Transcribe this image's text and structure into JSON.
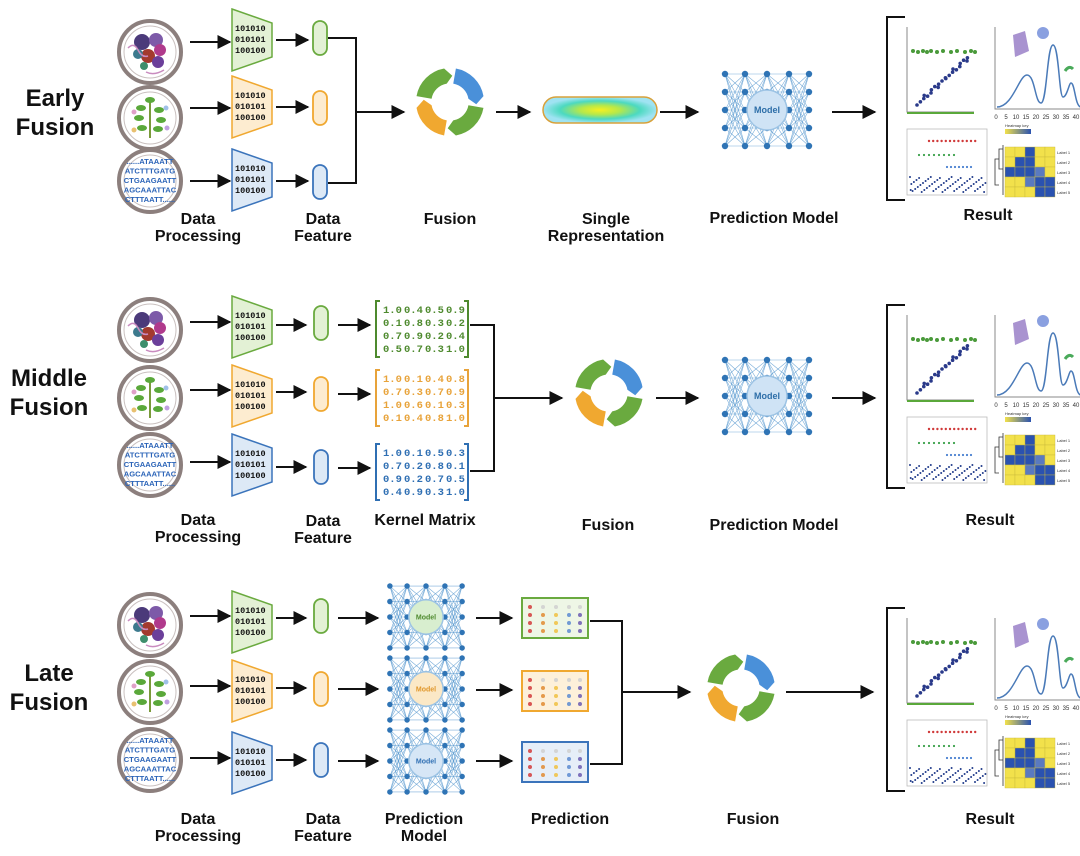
{
  "rows": [
    {
      "title_lines": [
        "Early",
        "Fusion"
      ],
      "captions": {
        "data_processing": [
          "Data",
          "Processing"
        ],
        "data_feature": [
          "Data",
          "Feature"
        ],
        "fusion": [
          "Fusion"
        ],
        "single_representation": [
          "Single",
          "Representation"
        ],
        "prediction_model": [
          "Prediction Model"
        ],
        "result": [
          "Result"
        ]
      }
    },
    {
      "title_lines": [
        "Middle",
        "Fusion"
      ],
      "captions": {
        "data_processing": [
          "Data",
          "Processing"
        ],
        "data_feature": [
          "Data",
          "Feature"
        ],
        "kernel_matrix": [
          "Kernel Matrix"
        ],
        "fusion": [
          "Fusion"
        ],
        "prediction_model": [
          "Prediction Model"
        ],
        "result": [
          "Result"
        ]
      }
    },
    {
      "title_lines": [
        "Late",
        "Fusion"
      ],
      "captions": {
        "data_processing": [
          "Data",
          "Processing"
        ],
        "data_feature": [
          "Data",
          "Feature"
        ],
        "prediction_model": [
          "Prediction",
          "Model"
        ],
        "prediction": [
          "Prediction"
        ],
        "fusion": [
          "Fusion"
        ],
        "result": [
          "Result"
        ]
      }
    }
  ],
  "binary_code": [
    "101010",
    "010101",
    "100100"
  ],
  "dna_sequence": [
    "......ATAAATT",
    "ATCTTTGATG",
    "CTGAAGAATT",
    "AGCAAATTAC",
    "CTTTAATT......"
  ],
  "model_label": "Model",
  "kernel_matrices": [
    {
      "color": "#4e8a2e",
      "rows": [
        [
          "1.0",
          "0.4",
          "0.5",
          "0.9"
        ],
        [
          "0.1",
          "0.8",
          "0.3",
          "0.2"
        ],
        [
          "0.7",
          "0.9",
          "0.2",
          "0.4"
        ],
        [
          "0.5",
          "0.7",
          "0.3",
          "1.0"
        ]
      ]
    },
    {
      "color": "#e8a33a",
      "rows": [
        [
          "1.0",
          "0.1",
          "0.4",
          "0.8"
        ],
        [
          "0.7",
          "0.3",
          "0.7",
          "0.9"
        ],
        [
          "1.0",
          "0.6",
          "0.1",
          "0.3"
        ],
        [
          "0.1",
          "0.4",
          "0.8",
          "1.0"
        ]
      ]
    },
    {
      "color": "#2f6fb3",
      "rows": [
        [
          "1.0",
          "0.1",
          "0.5",
          "0.3"
        ],
        [
          "0.7",
          "0.2",
          "0.8",
          "0.1"
        ],
        [
          "0.9",
          "0.2",
          "0.7",
          "0.5"
        ],
        [
          "0.4",
          "0.9",
          "0.3",
          "1.0"
        ]
      ]
    }
  ],
  "result_axis_ticks": [
    "0",
    "5",
    "10",
    "15",
    "20",
    "25",
    "30",
    "35",
    "40"
  ],
  "heatmap_legend": "Heatmap key",
  "heatmap_labels": [
    "Label 1",
    "Label 2",
    "Label 3",
    "Label 4",
    "Label 5"
  ],
  "colors": {
    "green": "#6aaa3f",
    "orange": "#f0a830",
    "blue": "#3b74bb",
    "arrow": "#111111",
    "network": "#2f74b5",
    "model_circle": "#cfe3f5"
  },
  "icons": [
    "protein-icon",
    "plant-icon",
    "dna-icon",
    "encoder-icon",
    "feature-vector-icon",
    "fusion-cycle-icon",
    "single-representation-icon",
    "neural-network-icon",
    "kernel-matrix-icon",
    "prediction-panel-icon",
    "result-plots-icon"
  ]
}
